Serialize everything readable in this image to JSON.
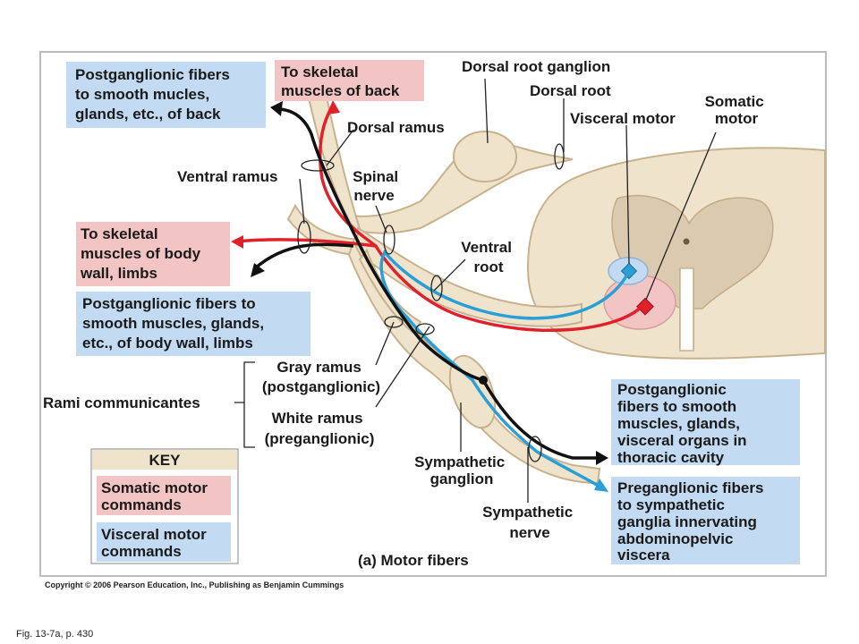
{
  "labels": {
    "post_back": [
      "Postganglionic fibers",
      "to smooth mucles,",
      "glands, etc., of back"
    ],
    "skeletal_back": [
      "To skeletal",
      "muscles of back"
    ],
    "dorsal_root_ganglion": "Dorsal root ganglion",
    "dorsal_root": "Dorsal root",
    "visceral_motor": "Visceral motor",
    "somatic_motor": [
      "Somatic",
      "motor"
    ],
    "dorsal_ramus": "Dorsal ramus",
    "ventral_ramus": "Ventral ramus",
    "spinal_nerve": [
      "Spinal",
      "nerve"
    ],
    "skeletal_body": [
      "To skeletal",
      "muscles of body",
      "wall, limbs"
    ],
    "ventral_root": [
      "Ventral",
      "root"
    ],
    "post_body": [
      "Postganglionic fibers to",
      "smooth muscles, glands,",
      "etc., of body wall, limbs"
    ],
    "gray_ramus": [
      "Gray ramus",
      "(postganglionic)"
    ],
    "rami_communicantes": "Rami communicantes",
    "white_ramus": [
      "White ramus",
      "(preganglionic)"
    ],
    "sympathetic_ganglion": [
      "Sympathetic",
      "ganglion"
    ],
    "sympathetic_nerve": [
      "Sympathetic",
      "nerve"
    ],
    "post_thoracic": [
      "Postganglionic",
      "fibers to smooth",
      "muscles, glands,",
      "visceral organs in",
      "thoracic cavity"
    ],
    "pre_abdominal": [
      "Preganglionic fibers",
      "to sympathetic",
      "ganglia innervating",
      "abdominopelvic",
      "viscera"
    ],
    "caption": "(a) Motor fibers"
  },
  "key": {
    "title": "KEY",
    "somatic": [
      "Somatic motor",
      "commands"
    ],
    "visceral": [
      "Visceral motor",
      "commands"
    ]
  },
  "copyright": "Copyright © 2006 Pearson Education, Inc., Publishing as Benjamin Cummings",
  "figure_ref": "Fig. 13-7a, p. 430",
  "colors": {
    "somatic": "#f2c4c4",
    "visceral": "#c3dbf2",
    "nerve": "#f0e3cc",
    "red_fiber": "#e0202a",
    "blue_fiber": "#2a9fd6"
  }
}
